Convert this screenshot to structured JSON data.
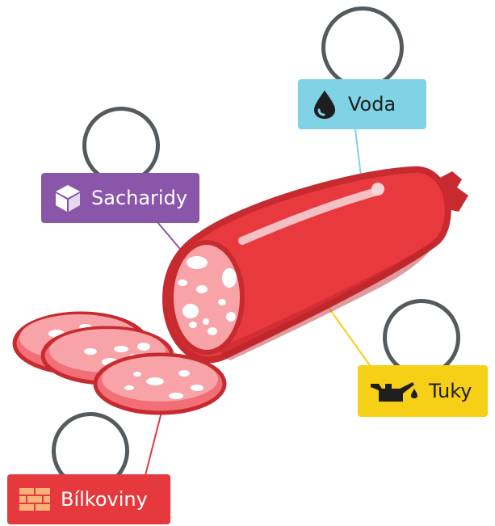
{
  "labels": {
    "water": {
      "text": "Voda",
      "icon": "water-drop-icon",
      "color": "#7fd3e4"
    },
    "carbs": {
      "text": "Sacharidy",
      "icon": "cube-icon",
      "color": "#8a56a9"
    },
    "fats": {
      "text": "Tuky",
      "icon": "oil-can-icon",
      "color": "#f6cf17"
    },
    "proteins": {
      "text": "Bílkoviny",
      "icon": "bricks-icon",
      "color": "#e5393e"
    }
  },
  "colors": {
    "salami_main": "#e8393f",
    "salami_outline": "#c72a2f",
    "salami_cut": "#f7a3a7",
    "fat_spots": "#ffffff",
    "circle_border": "#555a5e"
  }
}
